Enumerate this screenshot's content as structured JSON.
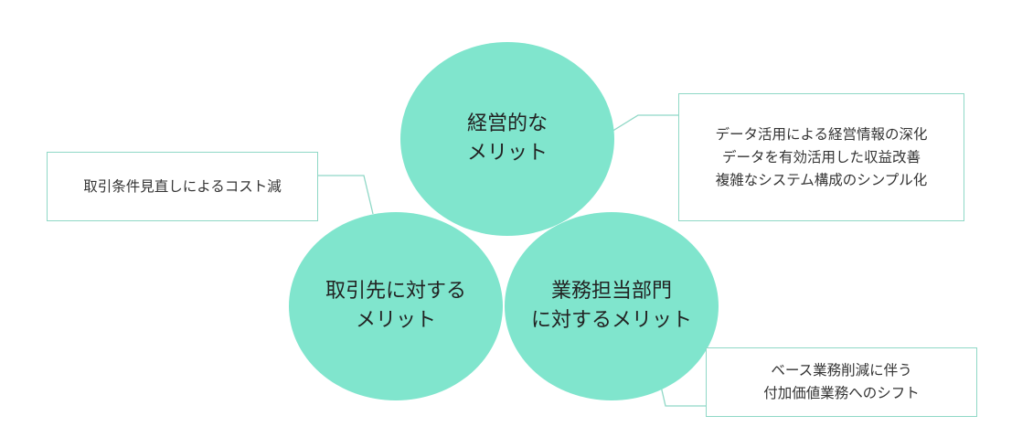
{
  "circles": {
    "management": "経営的な\nメリット",
    "partner": "取引先に対する\nメリット",
    "department": "業務担当部門\nに対するメリット"
  },
  "boxes": {
    "management": [
      "データ活用による経営情報の深化",
      "データを有効活用した収益改善",
      "複雑なシステム構成のシンプル化"
    ],
    "partner": [
      "取引条件見直しによるコスト減"
    ],
    "department": [
      "ベース業務削減に伴う",
      "付加価値業務へのシフト"
    ]
  },
  "colors": {
    "circle_fill": "#80e5cd",
    "box_border": "#8fd8c6"
  }
}
